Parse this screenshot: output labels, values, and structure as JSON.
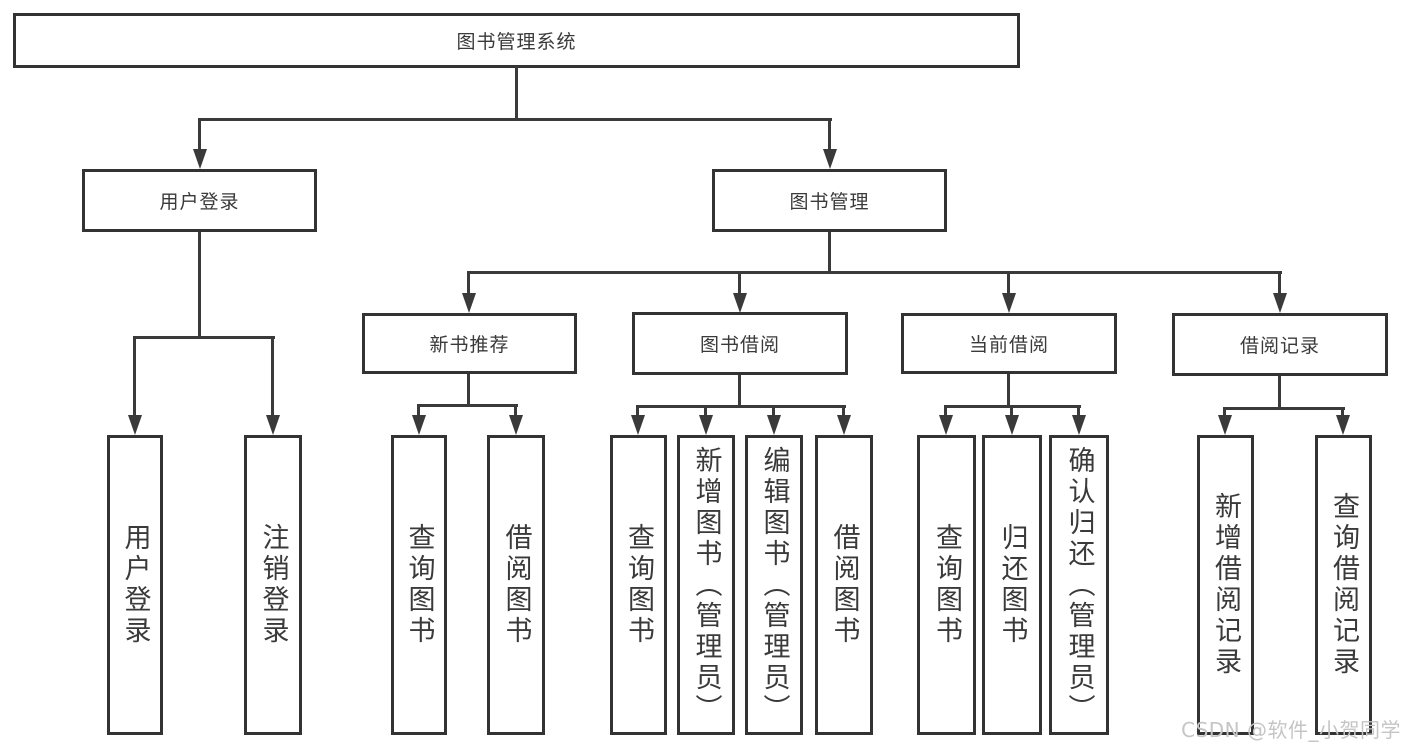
{
  "diagram": {
    "root": {
      "label": "图书管理系统"
    },
    "branches": [
      {
        "label": "用户登录",
        "leaves": [
          {
            "label": "用户登录"
          },
          {
            "label": "注销登录"
          }
        ]
      },
      {
        "label": "图书管理",
        "groups": [
          {
            "label": "新书推荐",
            "leaves": [
              {
                "label": "查询图书"
              },
              {
                "label": "借阅图书"
              }
            ]
          },
          {
            "label": "图书借阅",
            "leaves": [
              {
                "label": "查询图书"
              },
              {
                "label": "新增图书（管理员）"
              },
              {
                "label": "编辑图书（管理员）"
              },
              {
                "label": "借阅图书"
              }
            ]
          },
          {
            "label": "当前借阅",
            "leaves": [
              {
                "label": "查询图书"
              },
              {
                "label": "归还图书"
              },
              {
                "label": "确认归还（管理员）"
              }
            ]
          },
          {
            "label": "借阅记录",
            "leaves": [
              {
                "label": "新增借阅记录"
              },
              {
                "label": "查询借阅记录"
              }
            ]
          }
        ]
      }
    ]
  },
  "watermark": {
    "text": "CSDN @软件_小贺同学"
  },
  "colors": {
    "line": "#3a3a3a",
    "box_border": "#333333",
    "text": "#3a3a3a",
    "watermark": "#c5c5c5",
    "background": "#ffffff"
  }
}
